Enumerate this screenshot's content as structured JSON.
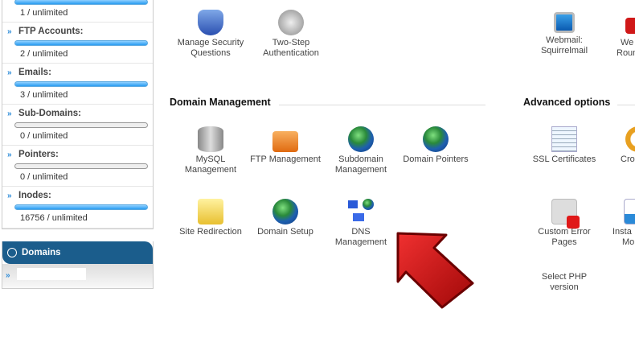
{
  "sidebar": {
    "stats": [
      {
        "label": "",
        "value": "1 / unlimited",
        "fill": 1
      },
      {
        "label": "FTP Accounts:",
        "value": "2 / unlimited",
        "fill": 1
      },
      {
        "label": "Emails:",
        "value": "3 / unlimited",
        "fill": 1
      },
      {
        "label": "Sub-Domains:",
        "value": "0 / unlimited",
        "fill": 0
      },
      {
        "label": "Pointers:",
        "value": "0 / unlimited",
        "fill": 0
      },
      {
        "label": "Inodes:",
        "value": "16756 / unlimited",
        "fill": 1
      }
    ],
    "domains_title": "Domains"
  },
  "top_items": [
    {
      "label": "Manage Security Questions",
      "icon": "shield-question-icon"
    },
    {
      "label": "Two-Step Authentication",
      "icon": "safe-dial-icon"
    },
    {
      "label": "Webmail: Squirrelmail",
      "icon": "monitor-mail-icon"
    },
    {
      "label_1": "We",
      "label_2": "Roun",
      "icon": "webmail-icon"
    }
  ],
  "domain_management": {
    "title": "Domain Management",
    "items": [
      {
        "label": "MySQL Management",
        "icon": "database-icon"
      },
      {
        "label": "FTP Management",
        "icon": "folder-shield-icon"
      },
      {
        "label": "Subdomain Management",
        "icon": "globes-icon"
      },
      {
        "label": "Domain Pointers",
        "icon": "globe-arrow-icon"
      },
      {
        "label": "Site Redirection",
        "icon": "folder-globe-icon"
      },
      {
        "label": "Domain Setup",
        "icon": "globe-gear-icon"
      },
      {
        "label": "DNS Management",
        "icon": "network-globe-icon"
      }
    ]
  },
  "advanced_options": {
    "title": "Advanced options",
    "items": [
      {
        "label": "SSL Certificates",
        "icon": "certificate-icon"
      },
      {
        "label": "Cro",
        "icon": "clock-icon"
      },
      {
        "label": "Custom Error Pages",
        "icon": "error-page-icon"
      },
      {
        "label_1": "Insta",
        "label_2": "Mo",
        "icon": "flask-icon"
      },
      {
        "label": "Select PHP version",
        "icon": ""
      }
    ]
  },
  "colors": {
    "accent": "#1b5d8c",
    "bar": "#2a9cf0",
    "arrow": "#d4141c"
  }
}
